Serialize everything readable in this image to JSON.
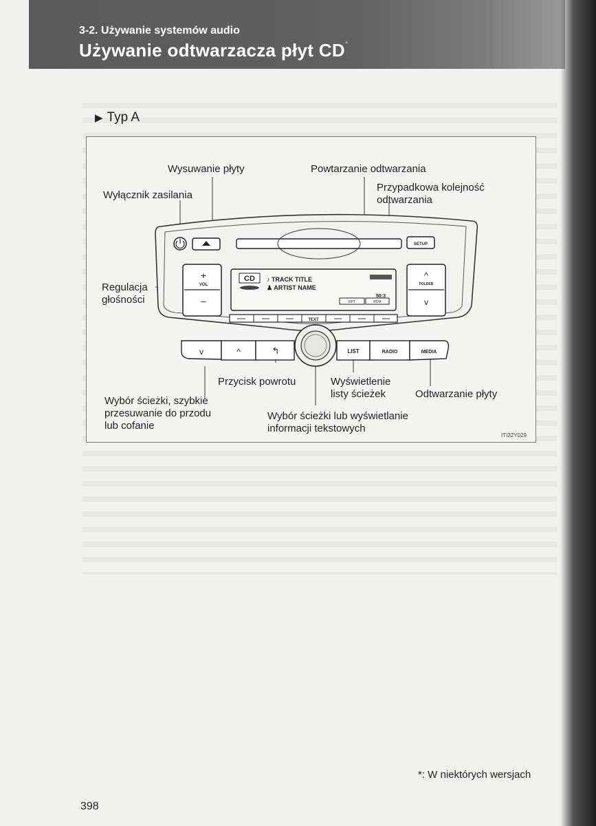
{
  "header": {
    "section": "3-2. Używanie systemów audio",
    "title": "Używanie odtwarzacza płyt CD",
    "title_mark": "*"
  },
  "type_heading": {
    "marker": "▶",
    "label": "Typ A"
  },
  "labels": {
    "eject": "Wysuwanie płyty",
    "repeat": "Powtarzanie odtwarzania",
    "random_1": "Przypadkowa kolejność",
    "random_2": "odtwarzania",
    "power": "Wyłącznik zasilania",
    "volume_1": "Regulacja",
    "volume_2": "głośności",
    "back": "Przycisk powrotu",
    "list_1": "Wyświetlenie",
    "list_2": "listy ścieżek",
    "disc_play": "Odtwarzanie płyty",
    "seek_1": "Wybór ścieżki, szybkie",
    "seek_2": "przesuwanie do przodu",
    "seek_3": "lub cofanie",
    "knob_1": "Wybór ścieżki lub wyświetlanie",
    "knob_2": "informacji tekstowych"
  },
  "device": {
    "setup": "SETUP",
    "vol": "VOL",
    "folder": "FOLDER",
    "display_cd": "CD",
    "track_title": "♪ TRACK TITLE",
    "artist_name": "♟ ARTIST NAME",
    "time": "50:3",
    "rpt": "RPT",
    "rdm": "RDM",
    "text": "TEXT",
    "list": "LIST",
    "radio": "RADIO",
    "media": "MEDIA",
    "plus": "+",
    "minus": "−",
    "up": "^",
    "down": "v",
    "back_symbol": "↰"
  },
  "figure_id": "ITI32Y029",
  "footnote": "*: W niektórych wersjach",
  "page_number": "398"
}
